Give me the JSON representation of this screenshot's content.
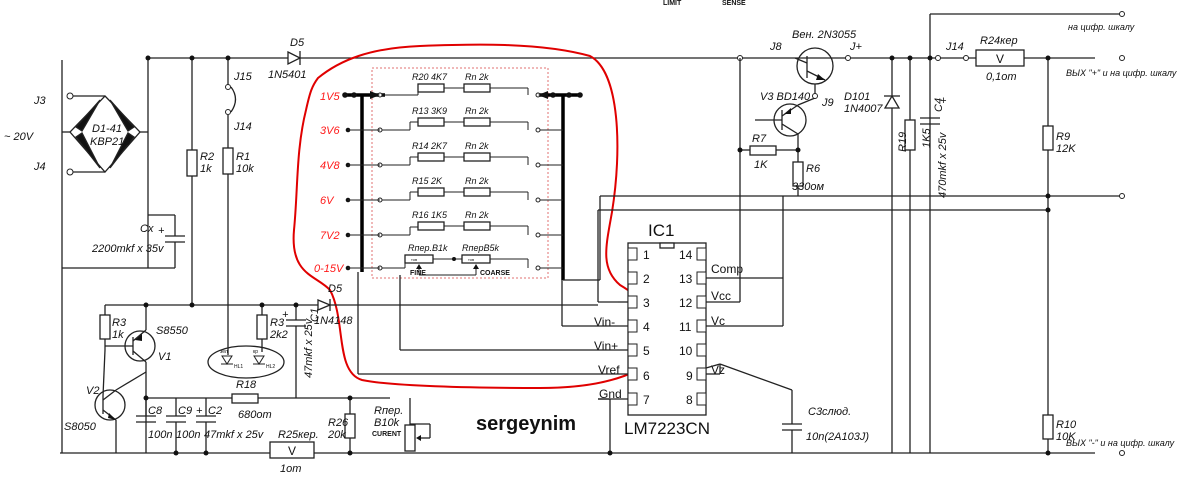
{
  "header": {
    "limit": "LIMIT",
    "sense": "SENSE"
  },
  "brand": "sergeynim",
  "input": {
    "voltage": "~ 20V",
    "j3": "J3",
    "j4": "J4"
  },
  "bridge": {
    "name": "D1-41",
    "part": "KBP210"
  },
  "cx": {
    "name": "Cx",
    "value": "2200mkf x 35v"
  },
  "d5_top": {
    "name": "D5",
    "part": "1N5401"
  },
  "j15": "J15",
  "j14_left": "J14",
  "r2": {
    "name": "R2",
    "value": "1k"
  },
  "r1": {
    "name": "R1",
    "value": "10k"
  },
  "range_panel": {
    "voltages": [
      "1V5",
      "3V6",
      "4V8",
      "6V",
      "7V2",
      "0-15V"
    ],
    "resistors": [
      {
        "left": "R20 4K7",
        "right": "Rn  2k"
      },
      {
        "left": "R13 3K9",
        "right": "Rn  2k"
      },
      {
        "left": "R14 2K7",
        "right": "Rn  2k"
      },
      {
        "left": "R15 2K",
        "right": "Rn  2k"
      },
      {
        "left": "R16 1K5",
        "right": "Rn  2k"
      }
    ],
    "fine_pot": "Rпер.B1k",
    "coarse_pot": "RперB5k",
    "fine_label": "FINE",
    "coarse_label": "COARSE"
  },
  "transistors": {
    "ven": "Вен. 2N3055",
    "v3": "V3  BD140",
    "v1": "V1",
    "v1_part": "S8550",
    "v2": "V2",
    "v2_part": "S8050"
  },
  "jumpers": {
    "j8": "J8",
    "jplus": "J+",
    "j9": "J9",
    "j14": "J14"
  },
  "r24": {
    "name": "R24кер",
    "value": "0,1om",
    "meter": "V"
  },
  "outputs": {
    "top": "на цифр. шкалу",
    "plus": "ВЫХ \"+\" и на цифр. шкалу",
    "minus": "ВЫХ \"-\" и на цифр. шкалу"
  },
  "d101": {
    "name": "D101",
    "part": "1N4007"
  },
  "r19": {
    "name": "R19",
    "value": "1K5"
  },
  "c4": {
    "name": "C4",
    "value": "470mkf x 25v"
  },
  "r7": {
    "name": "R7",
    "value": "1K"
  },
  "r6": {
    "name": "R6",
    "value": "330ом"
  },
  "r9": {
    "name": "R9",
    "value": "12K"
  },
  "r10": {
    "name": "R10",
    "value": "10K"
  },
  "ic": {
    "name": "IC1",
    "part": "LM7223CN",
    "left_pins": [
      "1",
      "2",
      "3",
      "4",
      "5",
      "6",
      "7"
    ],
    "right_pins": [
      "14",
      "13",
      "12",
      "11",
      "10",
      "9",
      "8"
    ],
    "left_labels": [
      "",
      "",
      "",
      "Vin-",
      "Vin+",
      "Vref",
      "Gnd"
    ],
    "right_labels": [
      "",
      "Comp",
      "Vcc",
      "Vc",
      "",
      "Vz",
      ""
    ]
  },
  "d5_mid": {
    "name": "D5",
    "part": "1N4148"
  },
  "c1": {
    "name": "C1",
    "value": "47mkf x 25v"
  },
  "r3_left": {
    "name": "R3",
    "value": "1k"
  },
  "r3_mid": {
    "name": "R3",
    "value": "2k2"
  },
  "leds": {
    "left": "зел",
    "right": "кр",
    "h1": "HL1",
    "h2": "HL2"
  },
  "c8": {
    "name": "C8",
    "value": "100n"
  },
  "c9": {
    "name": "C9",
    "value": "100n"
  },
  "c2": {
    "name": "C2",
    "value": "47mkf x 25v"
  },
  "r18": {
    "name": "R18",
    "value": "680om"
  },
  "r25": {
    "name": "R25кер.",
    "value": "1om",
    "meter": "V"
  },
  "r26": {
    "name": "R26",
    "value": "20k"
  },
  "rpot": {
    "name": "Rпер.",
    "value": "B10k",
    "label": "CURENT"
  },
  "c3": {
    "name": "C3слюд.",
    "value": "10n(2A103J)"
  },
  "polarity_plus": "+"
}
